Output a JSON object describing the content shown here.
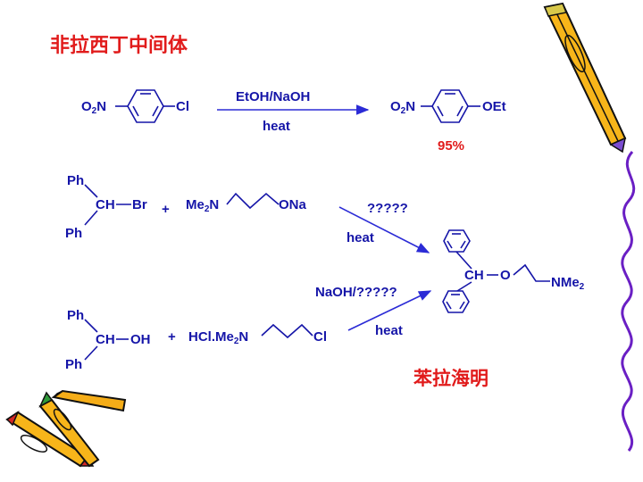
{
  "slide": {
    "title": "非拉西丁中间体",
    "bottom_label": "苯拉海明",
    "colors": {
      "text": "#1515a8",
      "accent": "#e11b1b",
      "arrow": "#2b2bd6"
    }
  },
  "reaction1": {
    "reactant": {
      "group_left": "O",
      "group_left_sub": "2",
      "group_left_tail": "N",
      "group_right": "Cl"
    },
    "condition_top": "EtOH/NaOH",
    "condition_bottom": "heat",
    "product": {
      "group_left": "O",
      "group_left_sub": "2",
      "group_left_tail": "N",
      "group_right": "OEt"
    },
    "yield": "95%"
  },
  "reaction2": {
    "reactant1": {
      "ph_top": "Ph",
      "center": "CH",
      "substituent": "Br",
      "ph_bottom": "Ph"
    },
    "plus": "+",
    "reactant2": {
      "amine": "Me",
      "amine_sub": "2",
      "amine_tail": "N",
      "end": "ONa"
    },
    "condition_top": "?????",
    "condition_bottom": "heat"
  },
  "reaction3": {
    "reactant1": {
      "ph_top": "Ph",
      "center": "CH",
      "substituent": "OH",
      "ph_bottom": "Ph"
    },
    "plus": "+",
    "reactant2": {
      "salt": "HCl",
      "dot": ".",
      "amine": "Me",
      "amine_sub": "2",
      "amine_tail": "N",
      "end": "Cl"
    },
    "condition_top": "NaOH/?????",
    "condition_bottom": "heat"
  },
  "product": {
    "center": "CH",
    "oxygen": "O",
    "amine": "NMe",
    "amine_sub": "2"
  },
  "decor": {
    "pencil_icon": "pencil-icon",
    "pencils_icon": "pencils-icon",
    "ribbon_icon": "ribbon-icon"
  }
}
